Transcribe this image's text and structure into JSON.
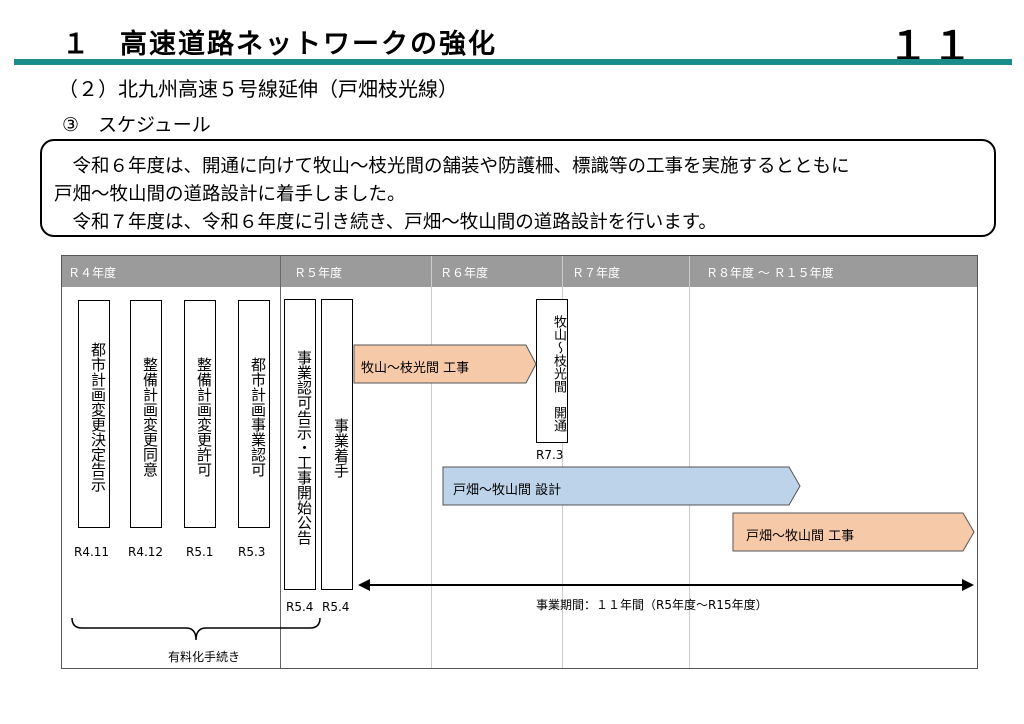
{
  "header": {
    "title": "１　高速道路ネットワークの強化",
    "page_number": "１１",
    "subtitle": "（２）北九州高速５号線延伸（戸畑枝光線）",
    "subsection": "③　スケジュール"
  },
  "description": {
    "lines": [
      "　令和６年度は、開通に向けて牧山～枝光間の舗装や防護柵、標識等の工事を実施するとともに",
      "戸畑～牧山間の道路設計に着手しました。",
      "　令和７年度は、令和６年度に引き続き、戸畑～牧山間の道路設計を行います。"
    ]
  },
  "timeline": {
    "columns": [
      "Ｒ４年度",
      "Ｒ５年度",
      "Ｒ６年度",
      "Ｒ７年度",
      "Ｒ８年度 ～ Ｒ１５年度"
    ],
    "milestones": [
      {
        "text": "都市計画変更決定告示",
        "date": "R4.11"
      },
      {
        "text": "整備計画変更同意",
        "date": "R4.12"
      },
      {
        "text": "整備計画変更許可",
        "date": "R5.1"
      },
      {
        "text": "都市計画事業認可",
        "date": "R5.3"
      },
      {
        "text": "事業認可告示・工事開始公告",
        "date": "R5.4"
      },
      {
        "text": "事業着手",
        "date": "R5.4"
      },
      {
        "text": "牧山～枝光間　開通",
        "date": "R7.3"
      }
    ],
    "bars": [
      {
        "label": "牧山～枝光間 工事",
        "color": "#f6c9a8"
      },
      {
        "label": "戸畑～牧山間 設計",
        "color": "#bdd3ea"
      },
      {
        "label": "戸畑～牧山間 工事",
        "color": "#f6c9a8"
      }
    ],
    "period_label": "事業期間：１１年間（R5年度～R15年度）",
    "bracket_label": "有料化手続き"
  }
}
